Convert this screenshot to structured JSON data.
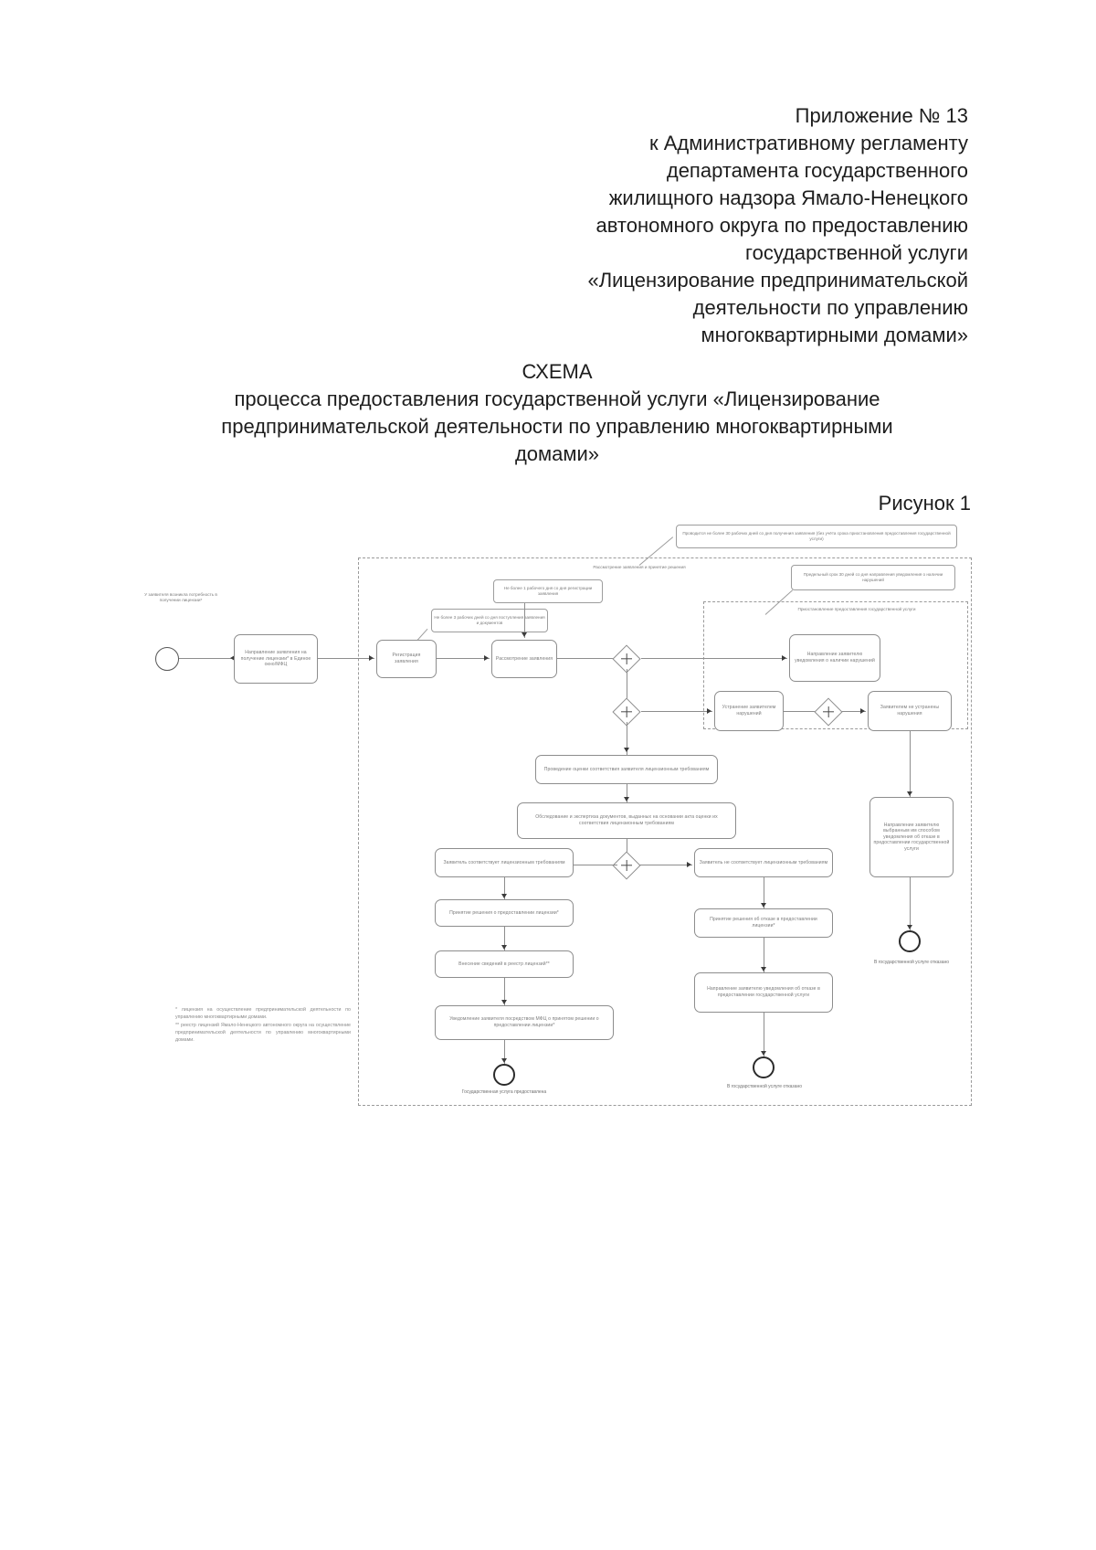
{
  "header": {
    "lines": [
      "Приложение № 13",
      "к Административному регламенту",
      "департамента государственного",
      "жилищного надзора Ямало-Ненецкого",
      "автономного округа по предоставлению",
      "государственной услуги",
      "«Лицензирование предпринимательской",
      "деятельности по управлению",
      "многоквартирными домами»"
    ]
  },
  "title": {
    "heading": "СХЕМА",
    "line1": "процесса предоставления государственной услуги «Лицензирование",
    "line2": "предпринимательской деятельности по управлению многоквартирными",
    "line3": "домами»"
  },
  "figure": {
    "label": "Рисунок 1"
  },
  "diagram": {
    "start_event_note": "У заявителя возникла потребность в получении лицензии*",
    "nodes": {
      "n1": "Направление заявления на получение лицензии* в Единое окно/МФЦ",
      "n2": "Регистрация заявления",
      "n3": "Рассмотрение заявления",
      "n4": "Направление заявителю уведомления о наличии нарушений",
      "n5": "Устранение заявителем нарушений",
      "n6": "Заявителем не устранены нарушения",
      "n7": "Проведение оценки соответствия заявителя лицензионным требованиям",
      "n8": "Обследование и экспертиза документов, выданных на основании акта оценки их соответствия лицензионным требованиям",
      "n9": "Заявитель соответствует лицензионным требованиям",
      "n10": "Заявитель не соответствует лицензионным требованиям",
      "n11": "Принятие решения о предоставлении лицензии*",
      "n12": "Принятие решения об отказе в предоставлении лицензии*",
      "n13": "Внесение сведений в реестр лицензий**",
      "n14": "Направление заявителю уведомления об отказе в предоставлении государственной услуги",
      "n15": "Уведомление заявителя посредством МФЦ о принятом решении о предоставлении лицензии*",
      "n16": "Направление заявителю выбранным им способом уведомления об отказе в предоставлении государственной услуги"
    },
    "annotations": {
      "a1": "Проводится не более 30 рабочих дней со дня получения заявления (без учёта срока приостановления предоставления государственной услуги)",
      "a2": "Не более 1 рабочего дня со дня регистрации заявления",
      "a3": "Не более 3 рабочих дней со дня поступления заявления и документов",
      "a4": "Предельный срок 30 дней со дня направления уведомления о наличии нарушений"
    },
    "free_text": {
      "t1": "Рассмотрение заявления и принятие решения",
      "t2": "Приостановление предоставления государственной услуги"
    },
    "end_events": {
      "e1": "Государственная услуга предоставлена",
      "e2": "В государственной услуге отказано",
      "e3": "В государственной услуге отказано"
    }
  },
  "footnote": {
    "p1": "* лицензия на осуществление предпринимательской деятельности по управлению многоквартирными домами.",
    "p2": "** реестр лицензий Ямало-Ненецкого автономного округа на осуществление предпринимательской деятельности по управлению многоквартирными домами."
  }
}
